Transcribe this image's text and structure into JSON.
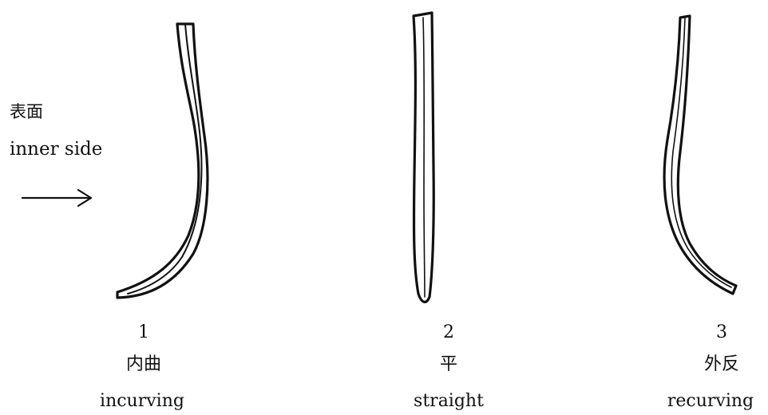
{
  "side_label": {
    "chinese": "表面",
    "english": "inner side"
  },
  "figures": [
    {
      "number": "1",
      "chinese": "内曲",
      "english": "incurving"
    },
    {
      "number": "2",
      "chinese": "平",
      "english": "straight"
    },
    {
      "number": "3",
      "chinese": "外反",
      "english": "recurving"
    }
  ],
  "colors": {
    "ink": "#111111",
    "background": "#ffffff"
  }
}
